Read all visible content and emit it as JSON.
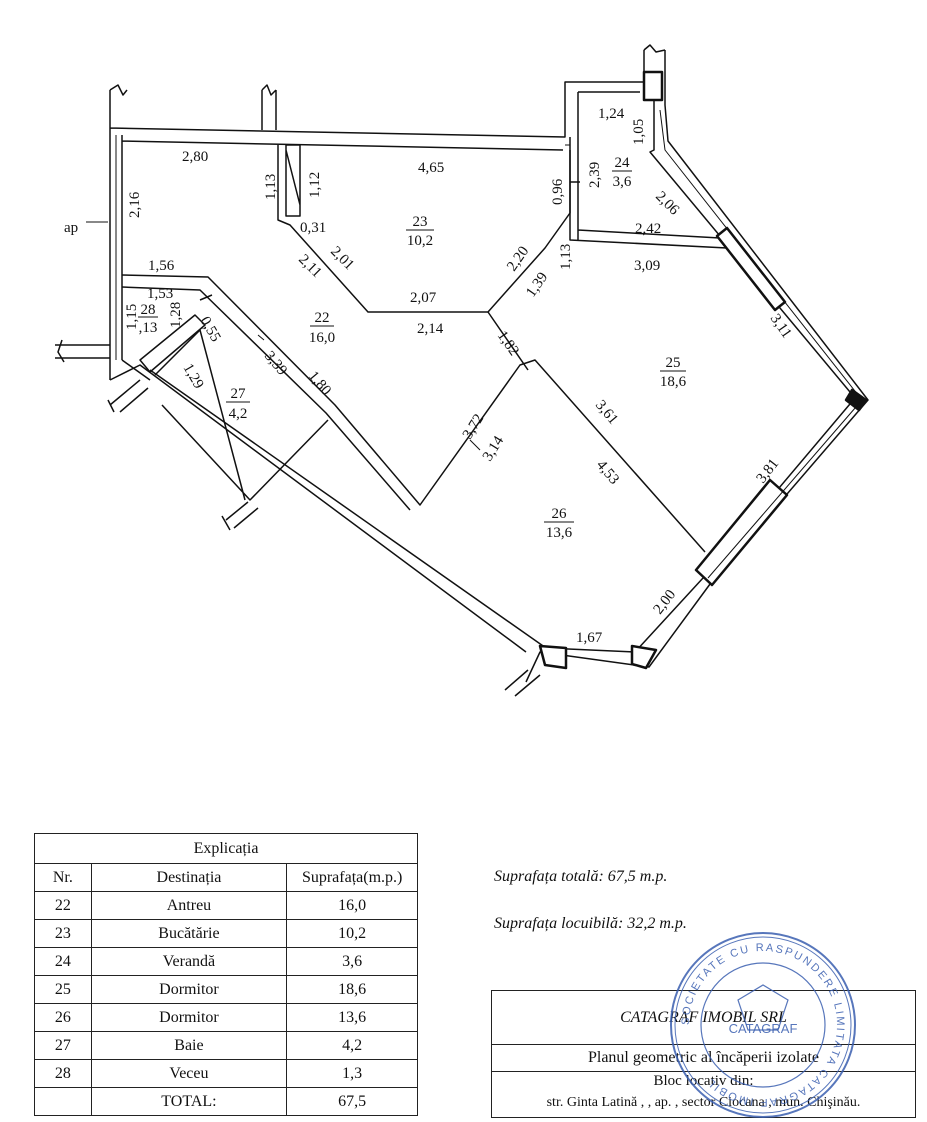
{
  "plan": {
    "label_ap": "ap",
    "dims": {
      "d280": "2,80",
      "d216": "2,16",
      "d113": "1,13",
      "d112": "1,12",
      "d465": "4,65",
      "d124": "1,24",
      "d105": "1,05",
      "d096": "0,96",
      "d239": "2,39",
      "d206": "2,06",
      "d242": "2,42",
      "d031": "0,31",
      "d201": "2,01",
      "d211": "2,11",
      "d220": "2,20",
      "d113b": "1,13",
      "d139": "1,39",
      "d309": "3,09",
      "d207": "2,07",
      "d214": "2,14",
      "d156": "1,56",
      "d153": "1,53",
      "d115": "1,15",
      "d128": "1,28",
      "d055": "0,55",
      "d129": "1,29",
      "d339": "3,39",
      "d180": "1,80",
      "d182": "1,82",
      "d311": "3,11",
      "d372": "3,72",
      "d314": "3,14",
      "d361": "3,61",
      "d453": "4,53",
      "d381": "3,81",
      "d200": "2,00",
      "d167": "1,67"
    },
    "rooms": {
      "r22": {
        "num": "22",
        "area": "16,0"
      },
      "r23": {
        "num": "23",
        "area": "10,2"
      },
      "r24": {
        "num": "24",
        "area": "3,6"
      },
      "r25": {
        "num": "25",
        "area": "18,6"
      },
      "r26": {
        "num": "26",
        "area": "13,6"
      },
      "r27": {
        "num": "27",
        "area": "4,2"
      },
      "r28": {
        "num": "28",
        "area": ",13"
      }
    }
  },
  "legend": {
    "title": "Explicația",
    "headers": [
      "Nr.",
      "Destinația",
      "Suprafața(m.p.)"
    ],
    "rows": [
      [
        "22",
        "Antreu",
        "16,0"
      ],
      [
        "23",
        "Bucătărie",
        "10,2"
      ],
      [
        "24",
        "Verandă",
        "3,6"
      ],
      [
        "25",
        "Dormitor",
        "18,6"
      ],
      [
        "26",
        "Dormitor",
        "13,6"
      ],
      [
        "27",
        "Baie",
        "4,2"
      ],
      [
        "28",
        "Veceu",
        "1,3"
      ]
    ],
    "total": [
      "TOTAL:",
      "67,5"
    ]
  },
  "summary": {
    "total": "Suprafața totală: 67,5 m.p.",
    "living": "Suprafața locuibilă: 32,2 m.p."
  },
  "titleblock": {
    "company": "CATAGRAF IMOBIL SRL",
    "plan_title": "Planul geometric al încăperii izolate",
    "bloc": "Bloc locativ din:",
    "address": "str. Ginta Latină  ,     , ap.    , sector Ciocana , mun. Chişinău."
  },
  "stamp": {
    "ring": "SOCIETATE CU RASPUNDERE LIMITATA CATAGRAF IMOBIL",
    "center": "CATAGRAF",
    "color": "#3a5fb0"
  }
}
